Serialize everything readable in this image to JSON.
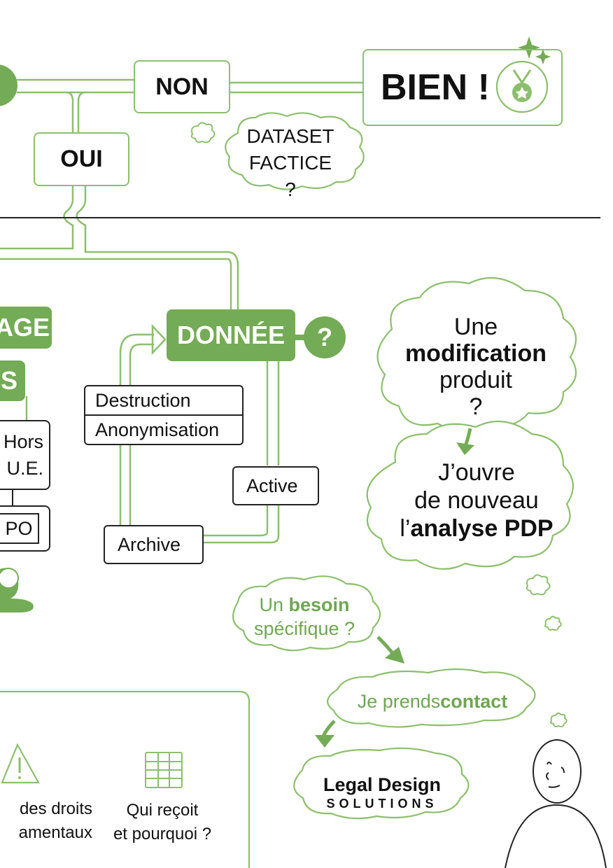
{
  "flow": {
    "non": "NON",
    "oui": "OUI",
    "bien": "BIEN !",
    "dataset_q": [
      "DATASET",
      "FACTICE ?"
    ]
  },
  "lifecycle": {
    "partial_tag_1": "AGE",
    "partial_tag_2": "S",
    "donnee": "DONNÉE",
    "donnee_q": "?",
    "destruction": "Destruction",
    "anonymisation": "Anonymisation",
    "active": "Active",
    "archive": "Archive",
    "hors_line1": "Hors",
    "hors_line2": "U.E.",
    "dpo_partial": "PO"
  },
  "clouds": {
    "modif": {
      "l1": "Une",
      "l2": "modification",
      "l3": "produit",
      "l4": "?"
    },
    "ouvre": {
      "l1": "J’ouvre",
      "l2": "de nouveau",
      "l3_pre": "l’",
      "l3_bold": "analyse PDP"
    },
    "besoin": {
      "pre": "Un ",
      "bold": "besoin",
      "l2": "spécifique ?"
    },
    "contact": {
      "pre": "Je prends ",
      "bold": "contact"
    },
    "legal": {
      "l1": "Legal Design",
      "l2": "SOLUTIONS"
    }
  },
  "bottom": {
    "droits_l1": "des droits",
    "droits_l2": "amentaux",
    "recoit_l1": "Qui reçoit",
    "recoit_l2": "et pourquoi ?"
  },
  "colors": {
    "accent": "#74ab56",
    "accent_light": "#8cbf6d",
    "ink": "#222222"
  }
}
